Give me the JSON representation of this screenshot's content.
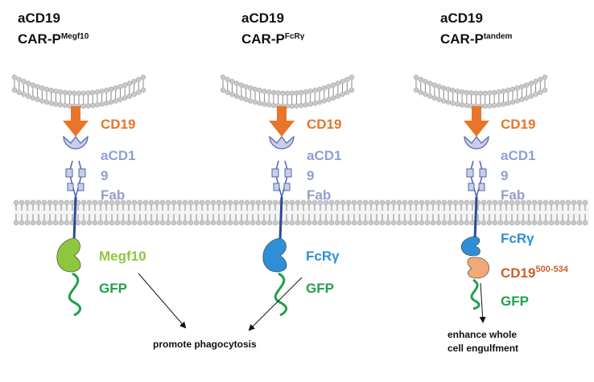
{
  "colors": {
    "cd19": "#e9752a",
    "fab": "#8f9fd0",
    "megf10": "#8dc63f",
    "fcr": "#2f8fd6",
    "gfp": "#22a04b",
    "cd19_domain": "#c7612a",
    "membrane_head": "#c9c9c9",
    "membrane_tail": "#8a8a8a",
    "stalk": "#2d4a9a",
    "text_dark": "#111111"
  },
  "panels": [
    {
      "title_line1": "aCD19",
      "title_prefix": "CAR-P",
      "title_sup": "Megf10",
      "ligand_label": "CD19",
      "fab_label_lines": [
        "aCD1",
        "9",
        "Fab"
      ],
      "domains": [
        {
          "label": "Megf10",
          "color_key": "megf10"
        },
        {
          "label": "GFP",
          "color_key": "gfp"
        }
      ]
    },
    {
      "title_line1": "aCD19",
      "title_prefix": "CAR-P",
      "title_sup": "FcRγ",
      "ligand_label": "CD19",
      "fab_label_lines": [
        "aCD1",
        "9",
        "Fab"
      ],
      "domains": [
        {
          "label": "FcRγ",
          "color_key": "fcr"
        },
        {
          "label": "GFP",
          "color_key": "gfp"
        }
      ]
    },
    {
      "title_line1": "aCD19",
      "title_prefix": "CAR-P",
      "title_sup": "tandem",
      "ligand_label": "CD19",
      "fab_label_lines": [
        "aCD1",
        "9",
        "Fab"
      ],
      "domains": [
        {
          "label": "FcRγ",
          "color_key": "fcr"
        },
        {
          "label": "CD19",
          "sup": "500-534",
          "color_key": "cd19_domain"
        },
        {
          "label": "GFP",
          "color_key": "gfp"
        }
      ]
    }
  ],
  "outcomes": {
    "promote": "promote phagocytosis",
    "enhance_line1": "enhance whole",
    "enhance_line2": "cell engulfment"
  }
}
